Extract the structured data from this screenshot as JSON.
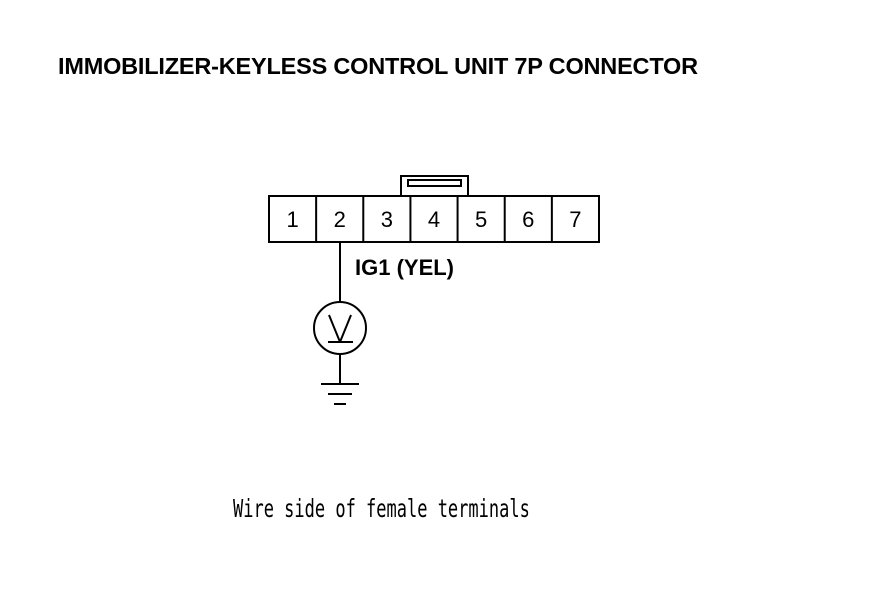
{
  "title": "IMMOBILIZER-KEYLESS CONTROL UNIT 7P CONNECTOR",
  "connector": {
    "terminals": [
      "1",
      "2",
      "3",
      "4",
      "5",
      "6",
      "7"
    ]
  },
  "wire_label": "IG1 (YEL)",
  "meter_symbol": "V",
  "caption": "Wire side of female terminals",
  "icons": {
    "meter": "voltmeter-icon",
    "ground": "ground-icon"
  }
}
